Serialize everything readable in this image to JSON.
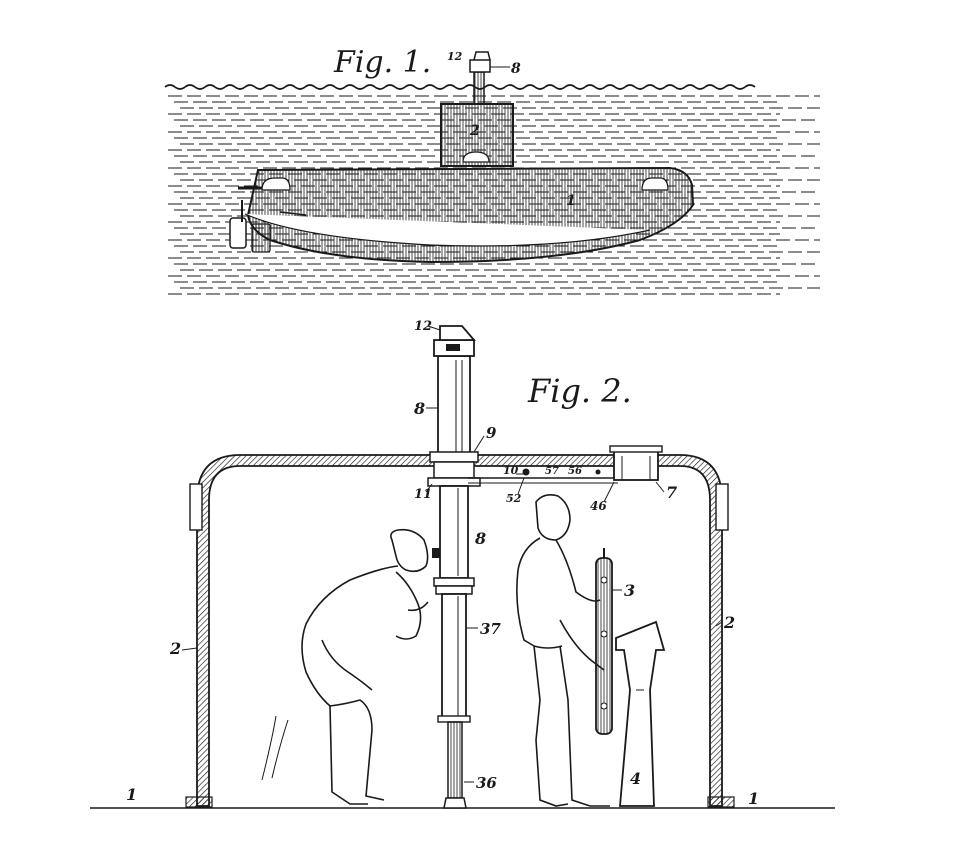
{
  "fig1": {
    "title": "Fig. 1.",
    "labels": {
      "periscope_top": "12",
      "periscope": "8",
      "tower": "2",
      "hull": "1"
    }
  },
  "fig2": {
    "title": "Fig. 2.",
    "labels": {
      "head": "12",
      "tube_upper": "8",
      "tube_mid": "8",
      "deck": "9",
      "ring": "11",
      "rod": "10",
      "n57": "57",
      "n56": "56",
      "n52": "52",
      "n46": "46",
      "box": "7",
      "gauge": "3",
      "wall_left": "2",
      "wall_right": "2",
      "tube_lower": "37",
      "base": "36",
      "stand": "4",
      "floor_left": "1",
      "floor_right": "1"
    }
  },
  "colors": {
    "ink": "#1a1a1a",
    "paper": "#ffffff"
  }
}
